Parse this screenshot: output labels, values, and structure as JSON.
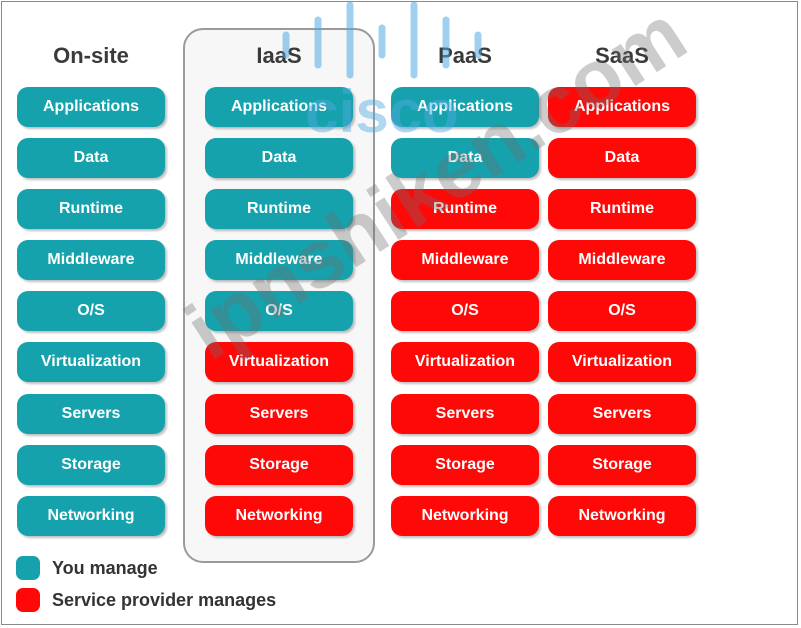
{
  "colors": {
    "you_manage": "#16a2ad",
    "provider_manages": "#ff0808"
  },
  "columns": [
    {
      "title": "On-site",
      "cells": [
        {
          "label": "Applications",
          "owner": "you"
        },
        {
          "label": "Data",
          "owner": "you"
        },
        {
          "label": "Runtime",
          "owner": "you"
        },
        {
          "label": "Middleware",
          "owner": "you"
        },
        {
          "label": "O/S",
          "owner": "you"
        },
        {
          "label": "Virtualization",
          "owner": "you"
        },
        {
          "label": "Servers",
          "owner": "you"
        },
        {
          "label": "Storage",
          "owner": "you"
        },
        {
          "label": "Networking",
          "owner": "you"
        }
      ]
    },
    {
      "title": "IaaS",
      "cells": [
        {
          "label": "Applications",
          "owner": "you"
        },
        {
          "label": "Data",
          "owner": "you"
        },
        {
          "label": "Runtime",
          "owner": "you"
        },
        {
          "label": "Middleware",
          "owner": "you"
        },
        {
          "label": "O/S",
          "owner": "you"
        },
        {
          "label": "Virtualization",
          "owner": "provider"
        },
        {
          "label": "Servers",
          "owner": "provider"
        },
        {
          "label": "Storage",
          "owner": "provider"
        },
        {
          "label": "Networking",
          "owner": "provider"
        }
      ]
    },
    {
      "title": "PaaS",
      "cells": [
        {
          "label": "Applications",
          "owner": "you"
        },
        {
          "label": "Data",
          "owner": "you"
        },
        {
          "label": "Runtime",
          "owner": "provider"
        },
        {
          "label": "Middleware",
          "owner": "provider"
        },
        {
          "label": "O/S",
          "owner": "provider"
        },
        {
          "label": "Virtualization",
          "owner": "provider"
        },
        {
          "label": "Servers",
          "owner": "provider"
        },
        {
          "label": "Storage",
          "owner": "provider"
        },
        {
          "label": "Networking",
          "owner": "provider"
        }
      ]
    },
    {
      "title": "SaaS",
      "cells": [
        {
          "label": "Applications",
          "owner": "provider"
        },
        {
          "label": "Data",
          "owner": "provider"
        },
        {
          "label": "Runtime",
          "owner": "provider"
        },
        {
          "label": "Middleware",
          "owner": "provider"
        },
        {
          "label": "O/S",
          "owner": "provider"
        },
        {
          "label": "Virtualization",
          "owner": "provider"
        },
        {
          "label": "Servers",
          "owner": "provider"
        },
        {
          "label": "Storage",
          "owner": "provider"
        },
        {
          "label": "Networking",
          "owner": "provider"
        }
      ]
    }
  ],
  "legend": {
    "you_manage": "You manage",
    "provider_manages": "Service provider manages"
  },
  "watermark": {
    "logo_text": "cisco",
    "site_text": "ipnshiken.com"
  }
}
